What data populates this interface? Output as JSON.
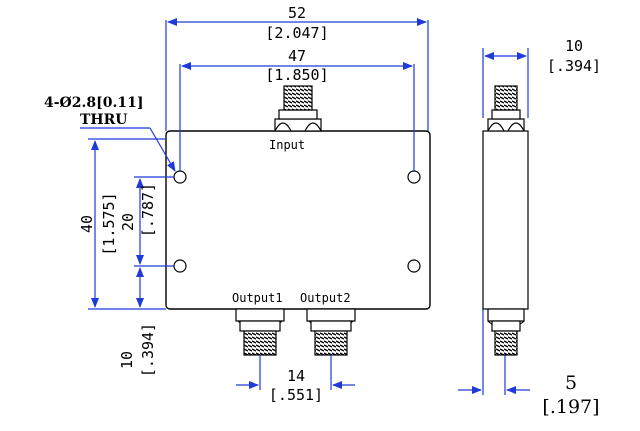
{
  "colors": {
    "dimension": "#1f3ad8",
    "outline": "#000000",
    "background": "#ffffff"
  },
  "labels": {
    "input": "Input",
    "output1": "Output1",
    "output2": "Output2",
    "holes": "4-Ø2.8[0.11]",
    "thru": "THRU"
  },
  "dimensions": {
    "overall_width": {
      "mm": "52",
      "inch": "[2.047]"
    },
    "hole_spacing_x": {
      "mm": "47",
      "inch": "[1.850]"
    },
    "height": {
      "mm": "40",
      "inch": "[1.575]"
    },
    "hole_spacing_y": {
      "mm": "20",
      "inch": "[.787]"
    },
    "bottom_offset": {
      "mm": "10",
      "inch": "[.394]"
    },
    "output_spacing": {
      "mm": "14",
      "inch": "[.551]"
    },
    "side_width": {
      "mm": "10",
      "inch": "[.394]"
    },
    "side_offset": {
      "mm": "5",
      "inch": "[.197]"
    }
  }
}
